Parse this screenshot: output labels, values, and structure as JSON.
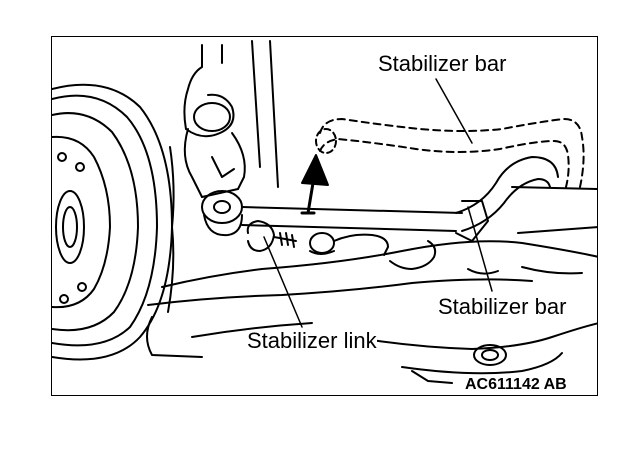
{
  "figure": {
    "labels": {
      "stabilizer_bar_upper": "Stabilizer bar",
      "stabilizer_bar_lower": "Stabilizer bar",
      "stabilizer_link": "Stabilizer link"
    },
    "figure_code": "AC611142 AB"
  },
  "icons": [
    "brake-disc-icon",
    "removal-arrow-icon"
  ]
}
